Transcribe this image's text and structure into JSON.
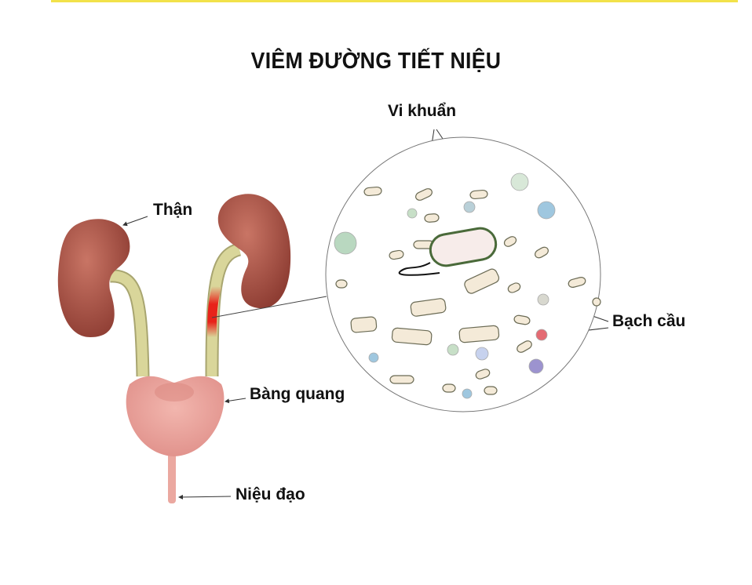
{
  "title": "VIÊM ĐƯỜNG TIẾT NIỆU",
  "labels": {
    "kidney": "Thận",
    "bacteria": "Vi khuẩn",
    "white_blood_cells": "Bạch cầu",
    "bladder": "Bàng quang",
    "urethra": "Niệu đạo"
  },
  "colors": {
    "top_rule": "#f2e24a",
    "kidney": "#b4594a",
    "ureter": "#d9d69a",
    "inflammation": "#e8231a",
    "bladder": "#eba8a0",
    "bacteria_fill": "#f4ead8",
    "bacteria_outline": "#4a6a3a"
  }
}
